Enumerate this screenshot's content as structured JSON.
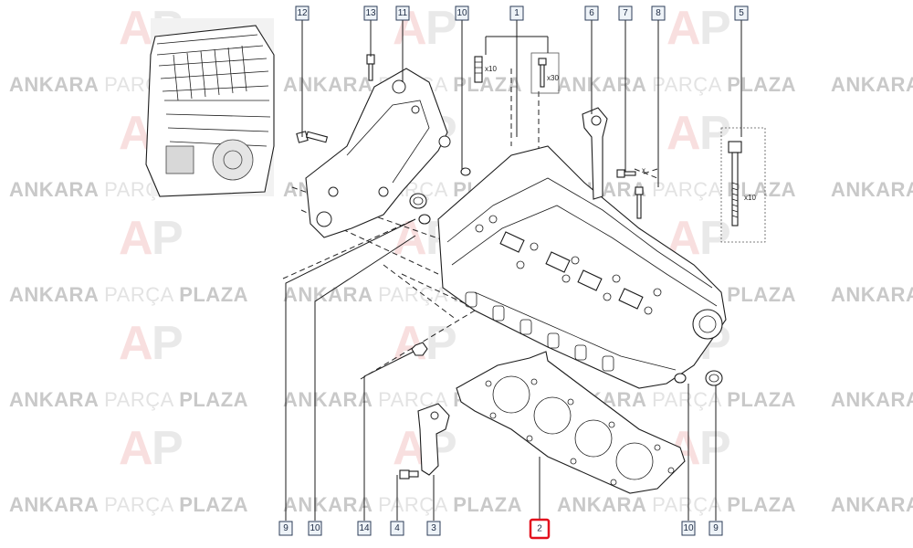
{
  "watermark": {
    "word1": "ANKARA",
    "word2": "PARÇA",
    "word3": "PLAZA",
    "logo_letters": "AP"
  },
  "callouts": [
    {
      "id": "c12",
      "label": "12",
      "highlighted": false
    },
    {
      "id": "c13",
      "label": "13",
      "highlighted": false
    },
    {
      "id": "c11",
      "label": "11",
      "highlighted": false
    },
    {
      "id": "c10a",
      "label": "10",
      "highlighted": false
    },
    {
      "id": "c1",
      "label": "1",
      "highlighted": false
    },
    {
      "id": "c6",
      "label": "6",
      "highlighted": false
    },
    {
      "id": "c7",
      "label": "7",
      "highlighted": false
    },
    {
      "id": "c8",
      "label": "8",
      "highlighted": false
    },
    {
      "id": "c5",
      "label": "5",
      "highlighted": false
    },
    {
      "id": "c9a",
      "label": "9",
      "highlighted": false
    },
    {
      "id": "c10b",
      "label": "10",
      "highlighted": false
    },
    {
      "id": "c14",
      "label": "14",
      "highlighted": false
    },
    {
      "id": "c4",
      "label": "4",
      "highlighted": false
    },
    {
      "id": "c3",
      "label": "3",
      "highlighted": false
    },
    {
      "id": "c2",
      "label": "2",
      "highlighted": true
    },
    {
      "id": "c10c",
      "label": "10",
      "highlighted": false
    },
    {
      "id": "c9b",
      "label": "9",
      "highlighted": false
    }
  ],
  "quantities": {
    "dowel_qty": "x10",
    "bolt_qty": "x30",
    "long_bolt_qty": "x10",
    "marker_x": "x"
  },
  "colors": {
    "highlight": "#e3101d",
    "callout_border": "#2d3e58",
    "callout_fill": "#eef3f8",
    "watermark": "#c9c9c9",
    "logo_red": "#f1b9b9",
    "logo_grey": "#d0d0d0"
  }
}
